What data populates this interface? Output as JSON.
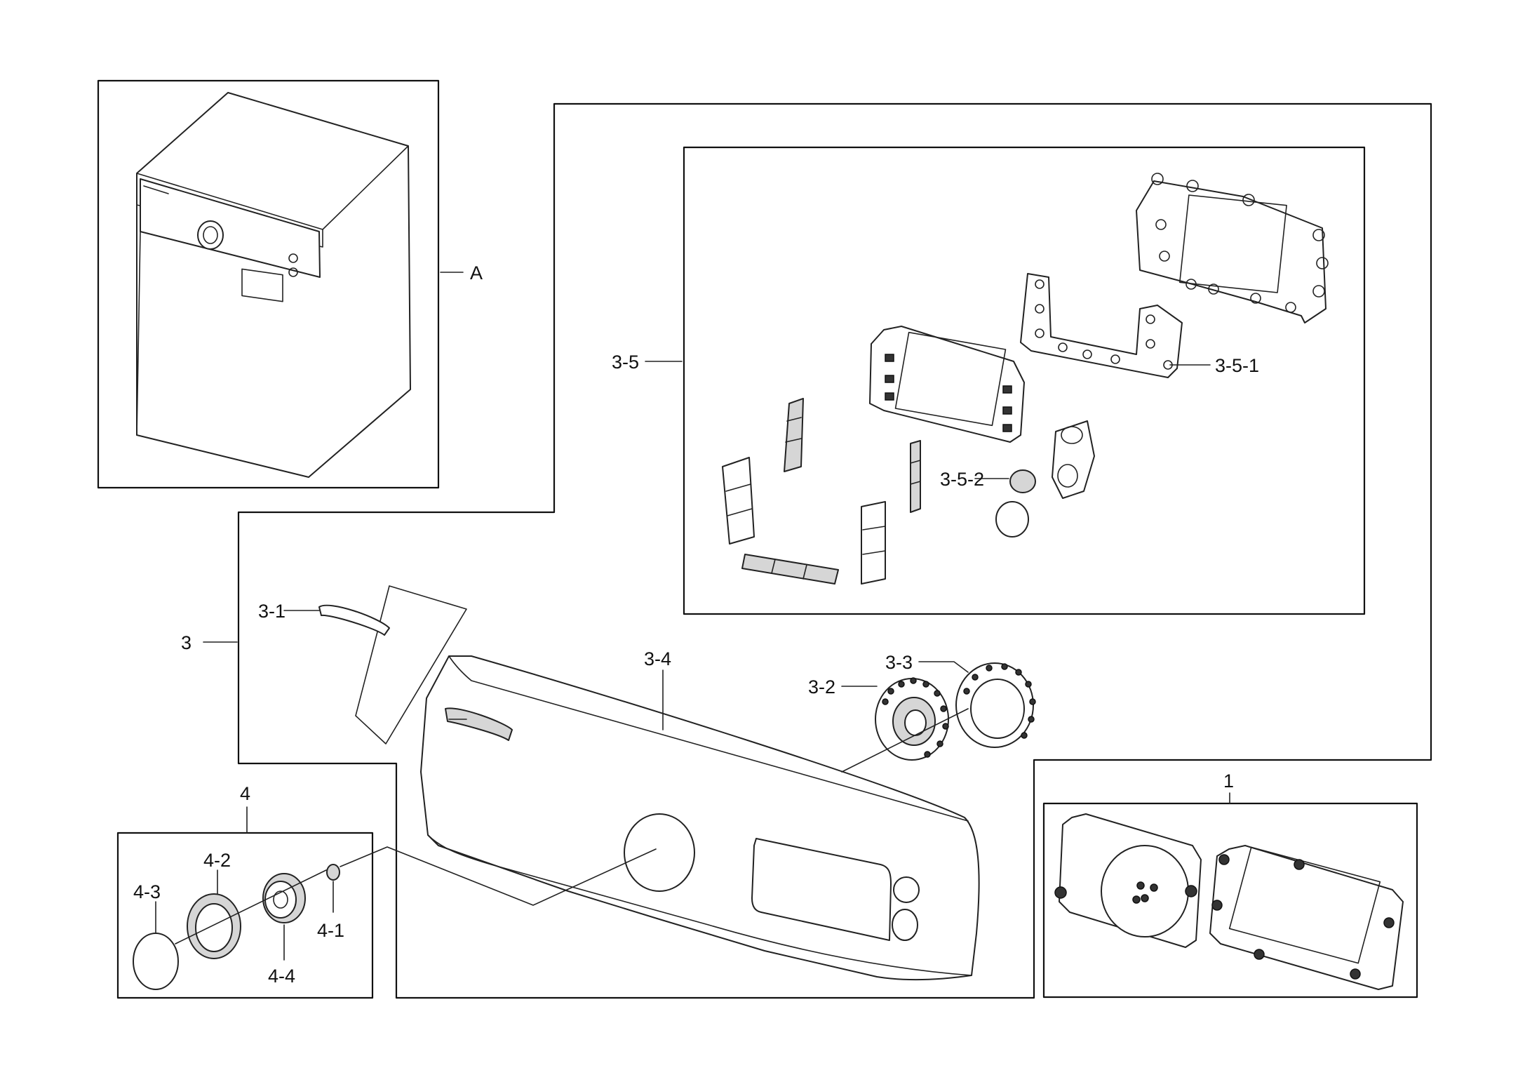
{
  "labels": {
    "A": "A",
    "p3_5": "3-5",
    "p3_5_1": "3-5-1",
    "p3_5_2": "3-5-2",
    "p3": "3",
    "p3_1": "3-1",
    "p3_4": "3-4",
    "p3_3": "3-3",
    "p3_2": "3-2",
    "p1": "1",
    "p4": "4",
    "p4_2": "4-2",
    "p4_3": "4-3",
    "p4_1": "4-1",
    "p4_4": "4-4"
  }
}
